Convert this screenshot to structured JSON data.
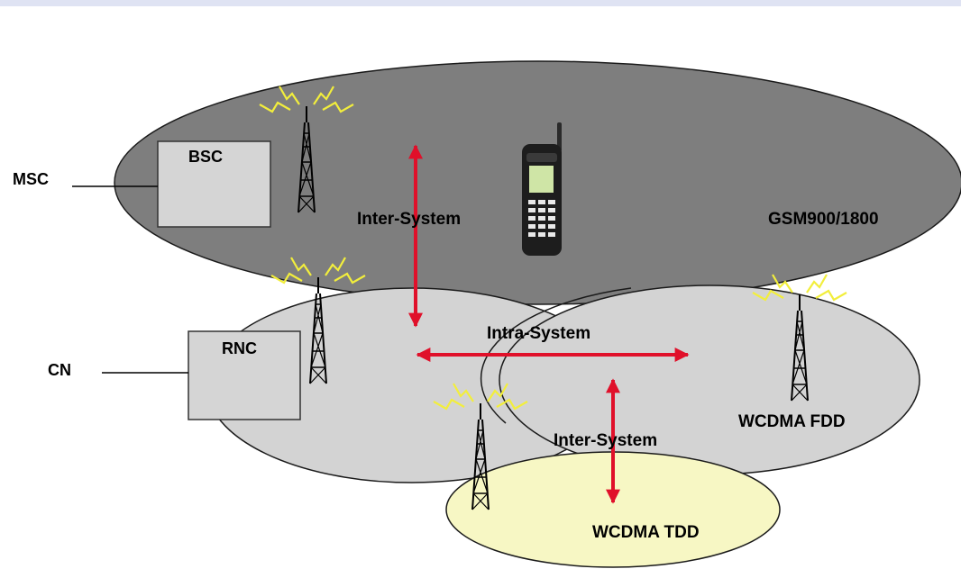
{
  "labels": {
    "msc": "MSC",
    "bsc": "BSC",
    "cn": "CN",
    "rnc": "RNC",
    "inter_system_top": "Inter-System",
    "intra_system": "Intra-System",
    "inter_system_bottom": "Inter-System",
    "gsm": "GSM900/1800",
    "wcdma_fdd": "WCDMA FDD",
    "wcdma_tdd": "WCDMA TDD"
  },
  "colors": {
    "gsm_cell": "#7e7e7e",
    "wcdma_cell": "#d3d3d3",
    "tdd_cell": "#f7f7c4",
    "arrow": "#e0102a",
    "controller_box": "#d5d5d5",
    "antenna_signal": "#f2ee3c"
  },
  "icons": {
    "tower": "radio-tower-icon",
    "phone": "mobile-phone-icon"
  }
}
